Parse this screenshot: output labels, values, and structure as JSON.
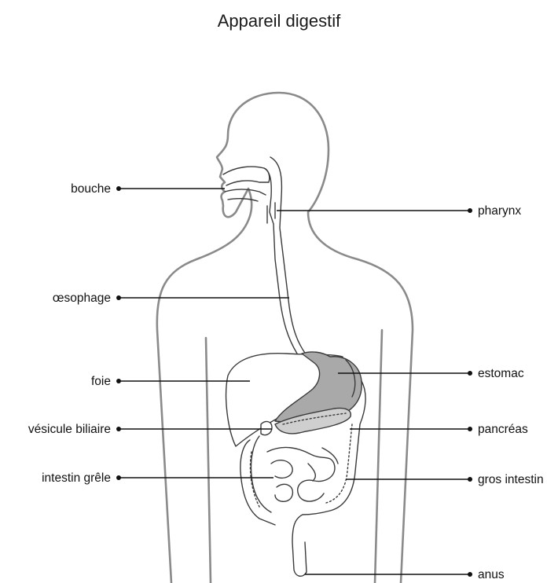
{
  "title": "Appareil digestif",
  "labels": {
    "bouche": "bouche",
    "oesophage": "œsophage",
    "foie": "foie",
    "vesicule": "vésicule biliaire",
    "intestin_grele": "intestin grêle",
    "pharynx": "pharynx",
    "estomac": "estomac",
    "pancreas": "pancréas",
    "gros_intestin": "gros intestin",
    "anus": "anus"
  },
  "colors": {
    "outline": "#8a8a8a",
    "line": "#111111",
    "stomach": "#a9a9a9",
    "pancreas": "#cfcfcf"
  }
}
